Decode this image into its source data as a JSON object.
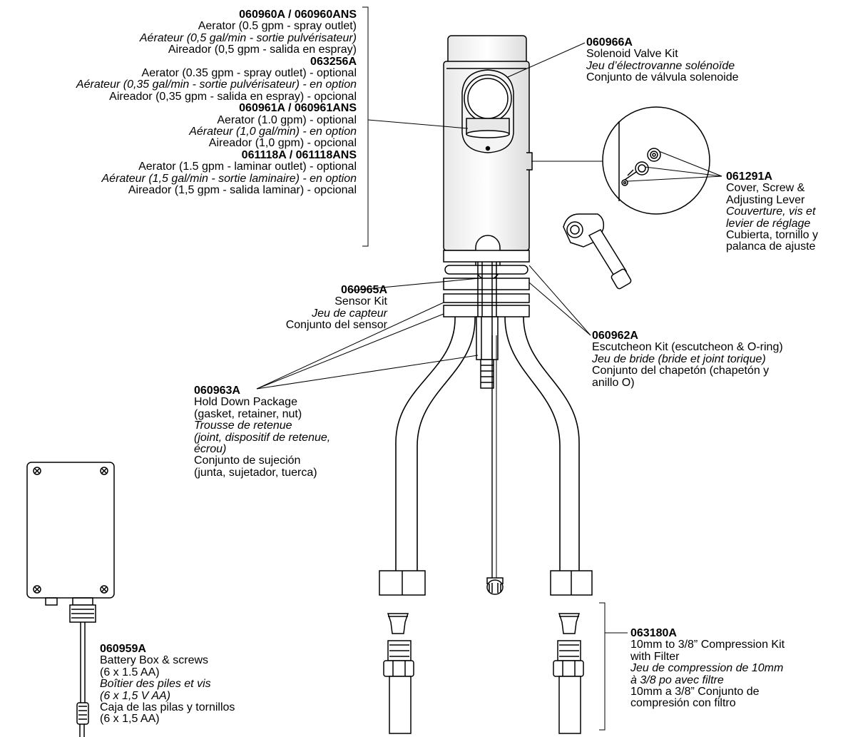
{
  "labels": {
    "aerators": [
      {
        "part": "060960A / 060960ANS",
        "en": "Aerator (0.5 gpm - spray outlet)",
        "fr": "Aérateur (0,5 gal/min - sortie pulvérisateur)",
        "es": "Aireador (0,5 gpm - salida en espray)"
      },
      {
        "part": "063256A",
        "en": "Aerator (0.35 gpm - spray outlet) - optional",
        "fr": "Aérateur (0,35 gal/min - sortie pulvérisateur) - en option",
        "es": "Aireador (0,35 gpm - salida en espray) - opcional"
      },
      {
        "part": "060961A / 060961ANS",
        "en": "Aerator (1.0 gpm) - optional",
        "fr": "Aérateur (1,0 gal/min) - en option",
        "es": "Aireador (1,0 gpm) - opcional"
      },
      {
        "part": "061118A / 061118ANS",
        "en": "Aerator (1.5 gpm - laminar outlet) - optional",
        "fr": "Aérateur (1,5 gal/min - sortie laminaire) - en option",
        "es": "Aireador (1,5 gpm - salida laminar) - opcional"
      }
    ],
    "solenoid": {
      "part": "060966A",
      "en": "Solenoid Valve Kit",
      "fr": "Jeu d’électrovanne solénoïde",
      "es": "Conjunto de válvula solenoide"
    },
    "cover": {
      "part": "061291A",
      "en1": "Cover, Screw &",
      "en2": "Adjusting Lever",
      "fr1": "Couverture, vis et",
      "fr2": "levier de réglage",
      "es1": "Cubierta, tornillo y",
      "es2": "palanca de ajuste"
    },
    "sensor": {
      "part": "060965A",
      "en": "Sensor Kit",
      "fr": "Jeu de capteur",
      "es": "Conjunto del sensor"
    },
    "escutcheon": {
      "part": "060962A",
      "en": "Escutcheon Kit (escutcheon & O-ring)",
      "fr": "Jeu de bride (bride et joint torique)",
      "es1": "Conjunto del chapetón (chapetón y",
      "es2": "anillo O)"
    },
    "holddown": {
      "part": "060963A",
      "en1": "Hold Down Package",
      "en2": "(gasket, retainer, nut)",
      "fr1": "Trousse de retenue",
      "fr2": "(joint, dispositif de retenue,",
      "fr3": "écrou)",
      "es1": "Conjunto de sujeción",
      "es2": "(junta, sujetador, tuerca)"
    },
    "battery": {
      "part": "060959A",
      "en1": "Battery Box & screws",
      "en2": "(6 x 1.5 AA)",
      "fr1": "Boîtier des piles et vis",
      "fr2": "(6 x 1,5 V AA)",
      "es1": "Caja de las pilas y tornillos",
      "es2": "(6 x 1,5 AA)"
    },
    "compression": {
      "part": "063180A",
      "en1": "10mm to 3/8” Compression Kit",
      "en2": "with Filter",
      "fr1": "Jeu de compression de 10mm",
      "fr2": "à 3/8 po avec filtre",
      "es1": "10mm a 3/8” Conjunto de",
      "es2": "compresión con filtro"
    }
  }
}
